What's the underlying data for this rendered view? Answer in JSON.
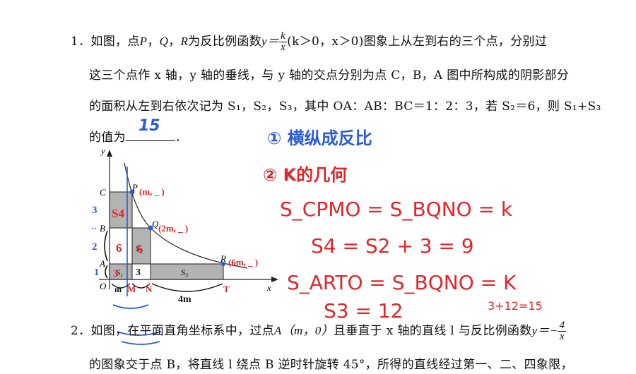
{
  "q1": {
    "number": "1．",
    "line1_a": "如图，点",
    "P": "P",
    "sep1": "，",
    "Q": "Q",
    "sep2": "，",
    "R": "R",
    "line1_b": "为反比例函数",
    "y_eq": "y＝",
    "frac_num": "k",
    "frac_den": "x",
    "line1_c": "(k＞0，x＞0)图象上从左到右的三个点，分别过",
    "line2": "这三个点作 x 轴，y 轴的垂线，与 y 轴的交点分别为点 C，B，A 图中所构成的阴影部分",
    "line3": "的面积从左到右依次记为 S₁，S₂，S₃，其中 OA：AB：BC＝1：2：3，若 S₂＝6，则 S₁+S₃",
    "line4_a": "的值为",
    "line4_b": "．",
    "answer_hand": "15"
  },
  "figure": {
    "y_axis": "y",
    "x_axis": "x",
    "origin": "O",
    "C": "C",
    "B": "B",
    "A": "A",
    "P": "P",
    "Q": "Q",
    "R": "R",
    "S1": "S₁",
    "S2": "S₂",
    "S3": "S₃",
    "h_P": "(m, _ )",
    "h_Q": "(2m, _ )",
    "h_R": "(6m, _ )",
    "h_3": "3",
    "h_2": "2",
    "h_1": "1",
    "h_S4": "S4",
    "h_6": "6",
    "h_6b": "6",
    "h_3a": "3",
    "h_3b": "3",
    "h_m": "m",
    "h_M": "M",
    "h_N": "N",
    "h_T": "T",
    "h_4m": "4m",
    "h_dots": "··"
  },
  "notes": {
    "n1": "① 横纵成反比",
    "n2": "② K的几何",
    "eq1": "S_CPMO = S_BQNO = k",
    "eq2": "S4 = S2 + 3 = 9",
    "eq3": "S_ARTO = S_BQNO = K",
    "eq4": "S3 = 12",
    "eq5": "3+12=15"
  },
  "q2": {
    "number": "2．",
    "line1_a": "如图，在平面直角坐标系中，过点",
    "A_label": "A（m，0）",
    "line1_b": "且垂直于 x 轴的直线 l 与反比例函数",
    "y_eq": "y＝−",
    "frac_num": "4",
    "frac_den": "x",
    "line2": "的图象交于点 B，将直线 l 绕点 B 逆时针旋转 45°，所得的直线经过第一、二、四象限，"
  },
  "colors": {
    "ink_red": "#e0262b",
    "ink_blue": "#2b5bd8",
    "shade": "#b3b3b3"
  }
}
